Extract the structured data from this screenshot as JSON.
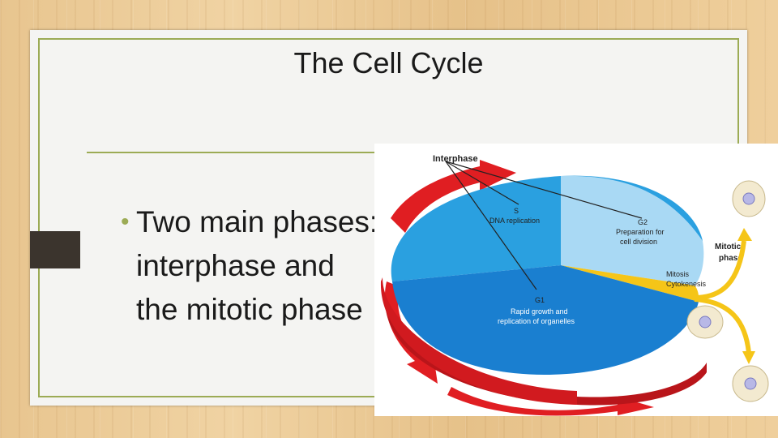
{
  "slide": {
    "title": "The Cell Cycle",
    "bullets": [
      "Two main phases: interphase and the mitotic phase"
    ]
  },
  "diagram": {
    "labels": {
      "interphase": "Interphase",
      "s_phase": "S",
      "s_desc": "DNA replication",
      "g2_phase": "G2",
      "g2_desc_1": "Preparation for",
      "g2_desc_2": "cell division",
      "mitotic_1": "Mitotic",
      "mitotic_2": "phase",
      "mitosis": "Mitosis",
      "cytokinesis": "Cytokenesis",
      "g1_phase": "G1",
      "g1_desc_1": "Rapid growth and",
      "g1_desc_2": "replication of organelles"
    }
  },
  "colors": {
    "accent_green": "#9cab55",
    "s_blue": "#2aa0e0",
    "g1_blue": "#1a7fd0",
    "g2_blue": "#a9d9f4",
    "mitosis_yellow": "#f5c518",
    "arrow_red": "#e01e22"
  }
}
